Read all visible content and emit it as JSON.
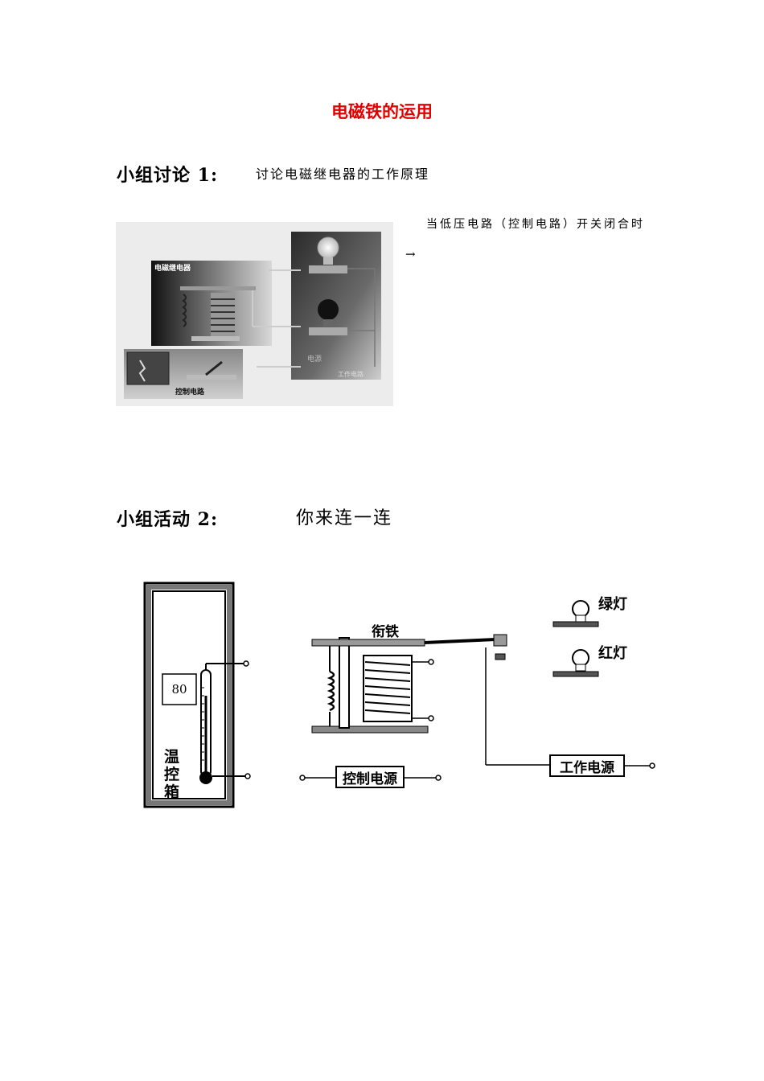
{
  "title": "电磁铁的运用",
  "section1": {
    "heading": "小组讨论 1:",
    "description": "讨论电磁继电器的工作原理",
    "note": "当低压电路（控制电路）开关闭合时",
    "arrow": "→"
  },
  "photo": {
    "relay_label": "电磁继电器",
    "control_label": "控制电路",
    "source_label": "电源",
    "work_label": "工作电路"
  },
  "section2": {
    "heading": "小组活动 2:",
    "description": "你来连一连"
  },
  "diagram": {
    "thermometer_value": "80",
    "box_label_1": "温",
    "box_label_2": "控",
    "box_label_3": "箱",
    "armature_label": "衔铁",
    "green_light": "绿灯",
    "red_light": "红灯",
    "control_power": "控制电源",
    "work_power": "工作电源"
  }
}
